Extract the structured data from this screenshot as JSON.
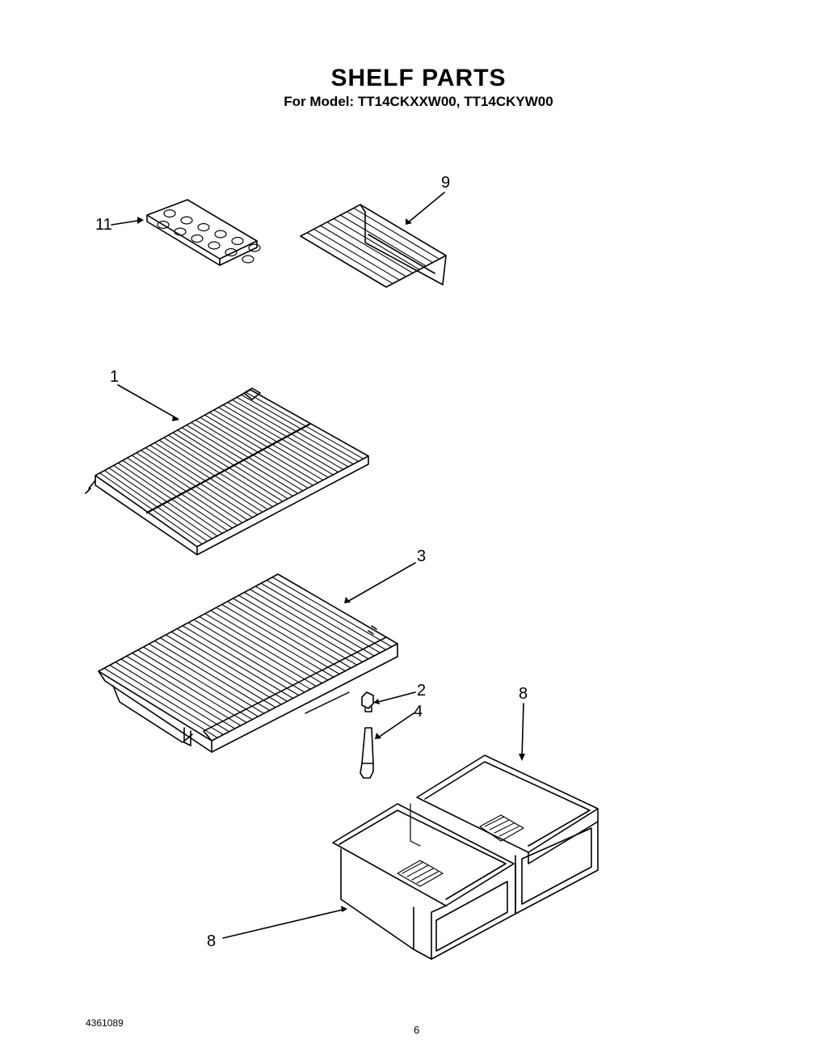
{
  "header": {
    "title": "SHELF PARTS",
    "subtitle": "For Model: TT14CKXXW00, TT14CKYW00"
  },
  "callouts": {
    "ice_tray": "11",
    "freezer_shelf": "9",
    "wire_shelf": "1",
    "crisper_cover_shelf": "3",
    "clip": "2",
    "support": "4",
    "crisper_right": "8",
    "crisper_left": "8"
  },
  "footer": {
    "doc_number": "4361089",
    "page_number": "6"
  }
}
